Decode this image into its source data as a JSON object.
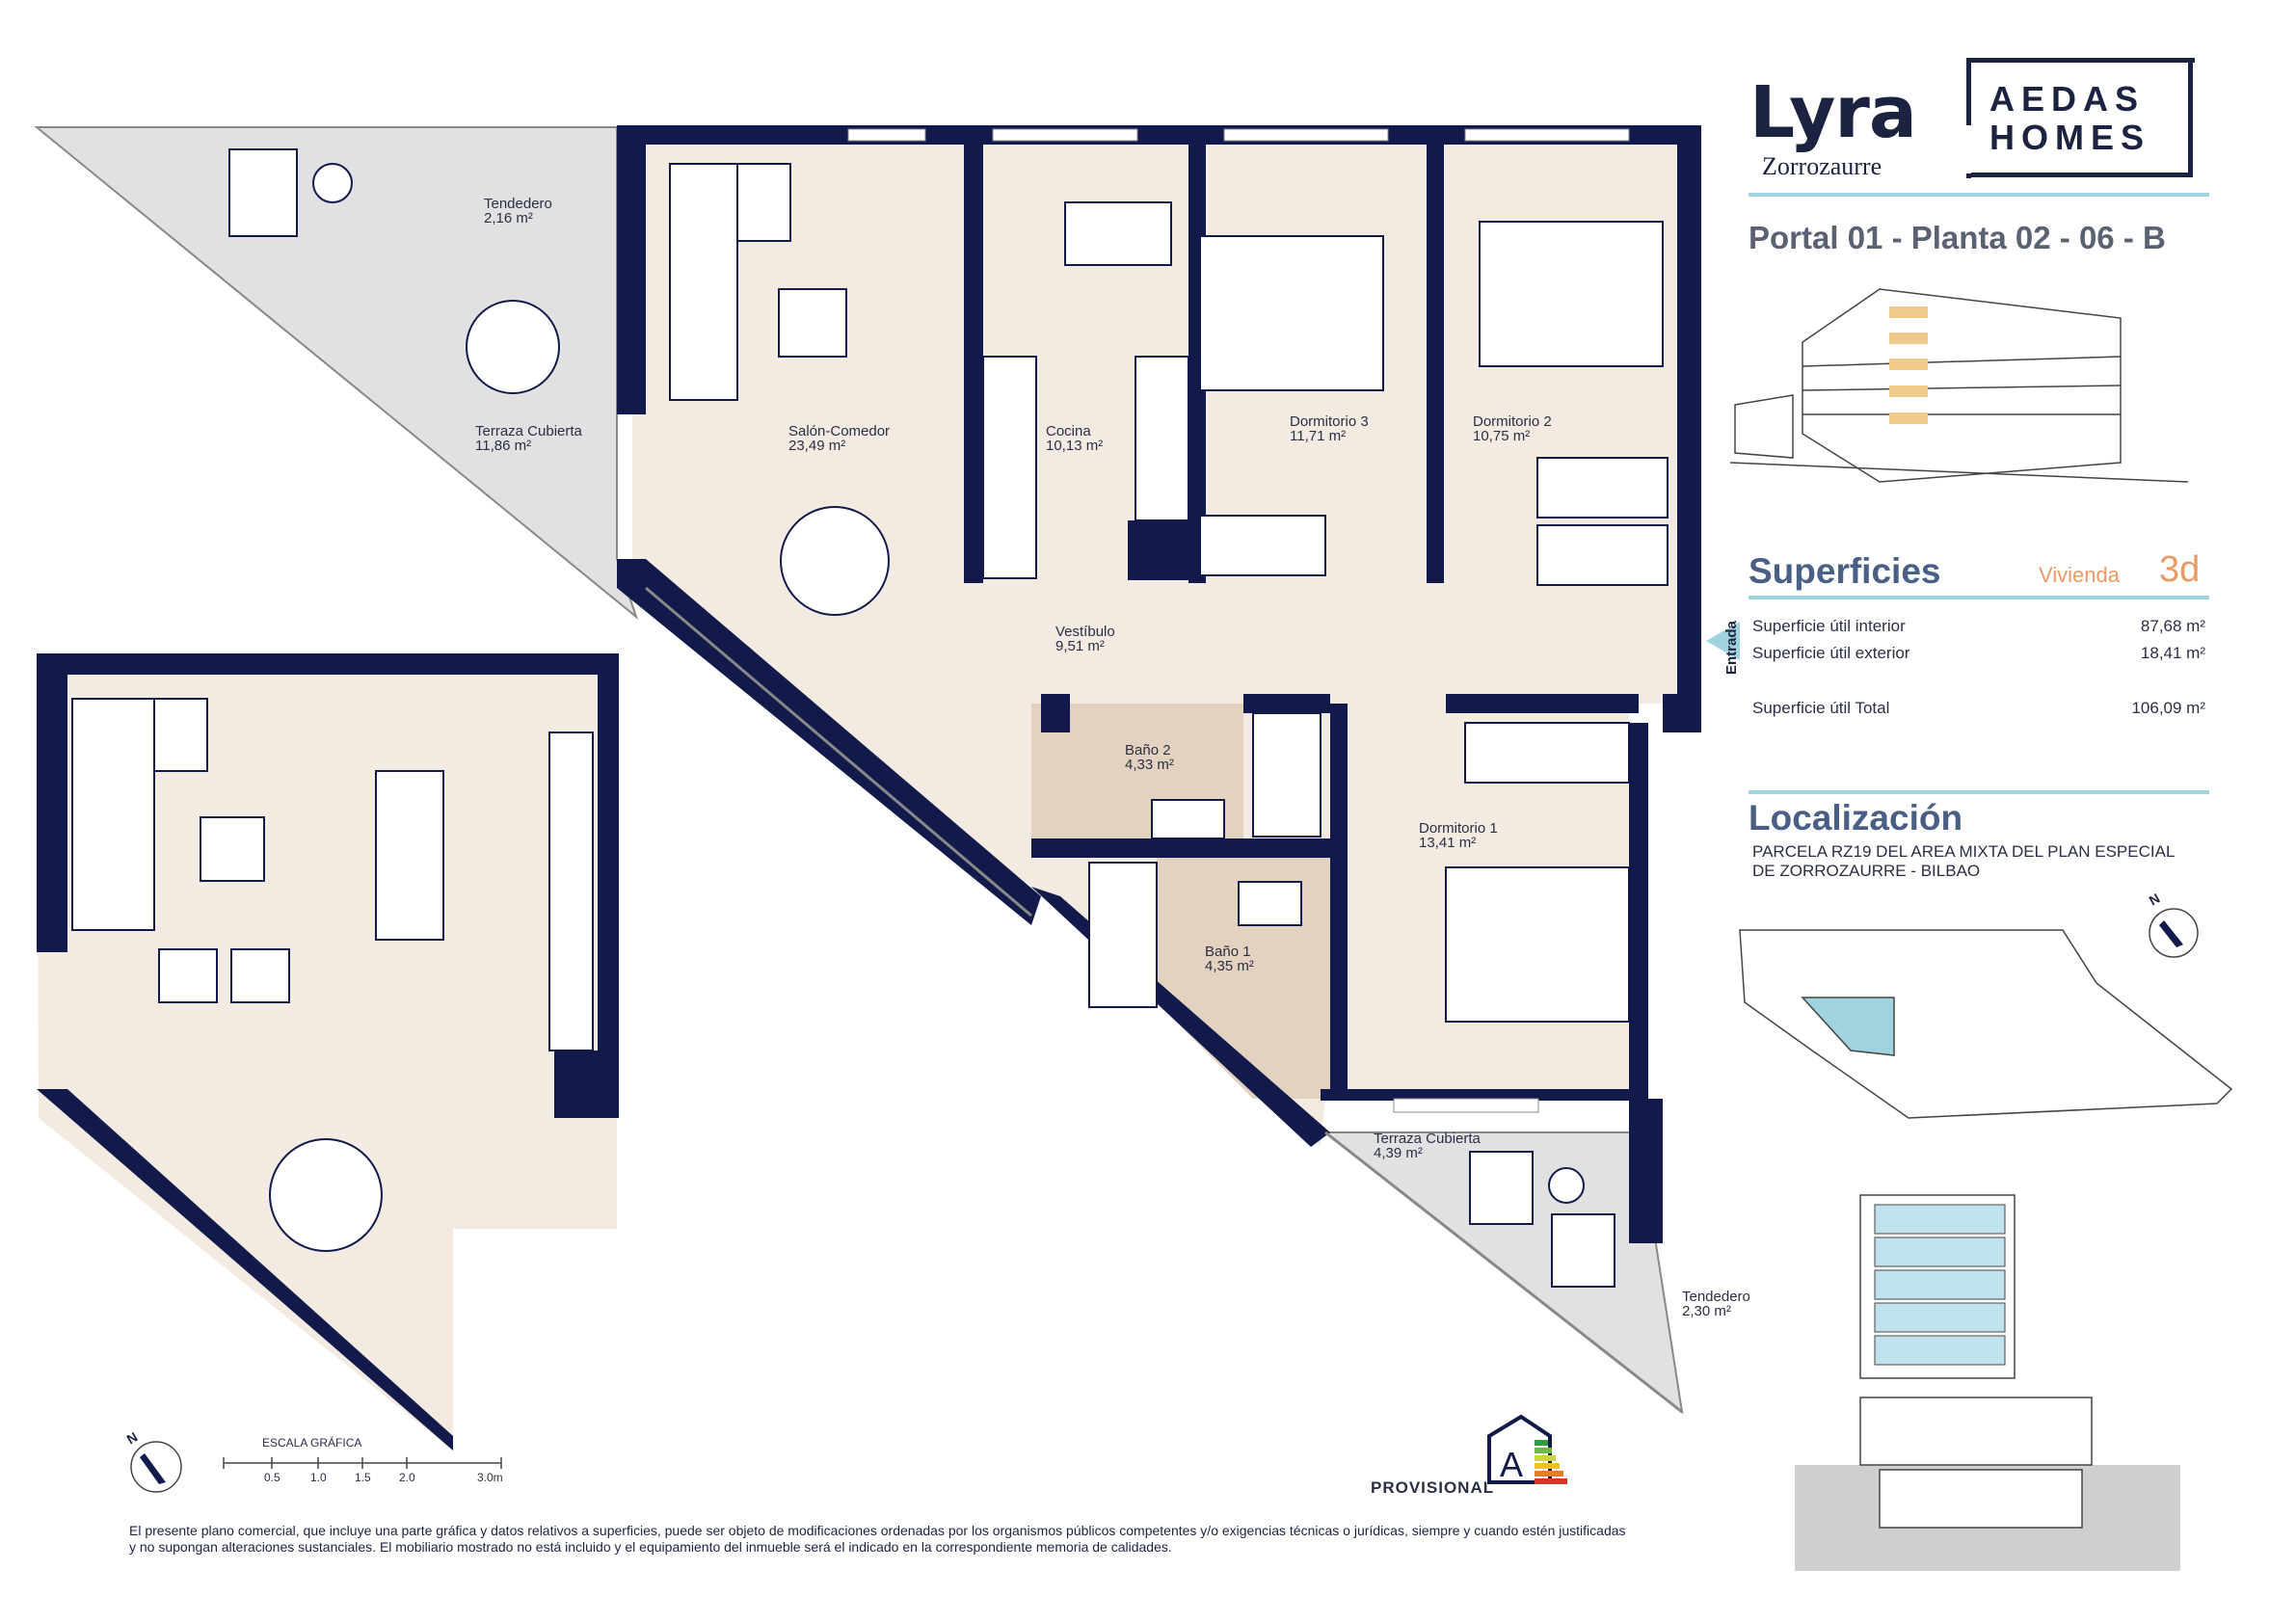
{
  "brand": {
    "project": "Lyra",
    "district": "Zorrozaurre",
    "company_line1": "AEDAS",
    "company_line2": "HOMES"
  },
  "unit_title": "Portal 01 - Planta 02 - 06 - B",
  "surfaces": {
    "heading": "Superficies",
    "type_label": "Vivienda",
    "type_value": "3d",
    "entrance_label": "Entrada",
    "rows": [
      {
        "label": "Superficie útil interior",
        "value": "87,68 m²"
      },
      {
        "label": "Superficie útil exterior",
        "value": "18,41 m²"
      },
      {
        "label": "Superficie útil Total",
        "value": "106,09 m²"
      }
    ]
  },
  "location": {
    "heading": "Localización",
    "line1": "PARCELA RZ19 DEL AREA MIXTA DEL PLAN ESPECIAL",
    "line2": "DE ZORROZAURRE - BILBAO",
    "compass_label": "N"
  },
  "rooms": [
    {
      "name": "Tendedero",
      "area": "2,16 m²"
    },
    {
      "name": "Terraza Cubierta",
      "area": "11,86 m²"
    },
    {
      "name": "Salón-Comedor",
      "area": "23,49 m²"
    },
    {
      "name": "Cocina",
      "area": "10,13 m²"
    },
    {
      "name": "Dormitorio 3",
      "area": "11,71 m²"
    },
    {
      "name": "Dormitorio 2",
      "area": "10,75 m²"
    },
    {
      "name": "Vestíbulo",
      "area": "9,51 m²"
    },
    {
      "name": "Baño 2",
      "area": "4,33 m²"
    },
    {
      "name": "Baño 1",
      "area": "4,35 m²"
    },
    {
      "name": "Dormitorio 1",
      "area": "13,41 m²"
    },
    {
      "name": "Terraza Cubierta",
      "area": "4,39 m²"
    },
    {
      "name": "Tendedero",
      "area": "2,30 m²"
    }
  ],
  "scale": {
    "title": "ESCALA GRÁFICA",
    "ticks": [
      "0.5",
      "1.0",
      "1.5",
      "2.0",
      "3.0m"
    ],
    "compass_label": "N"
  },
  "energy": {
    "status": "PROVISIONAL",
    "rating": "A"
  },
  "disclaimer": "El presente plano comercial, que incluye una parte gráfica y datos relativos a superficies, puede ser objeto de modificaciones ordenadas por los organismos públicos competentes y/o exigencias técnicas o jurídicas, siempre y cuando estén justificadas y no supongan alteraciones sustanciales. El mobiliario mostrado no está incluido y el equipamiento del inmueble será el indicado en la correspondiente memoria de calidades.",
  "colors": {
    "wall": "#111a4a",
    "floor": "#f3ebe1",
    "bath_floor": "#e4d2c0",
    "terrace": "#e1e1e1",
    "accent": "#9fd3df",
    "orange": "#e99a69",
    "title_blue": "#4a5f86"
  }
}
